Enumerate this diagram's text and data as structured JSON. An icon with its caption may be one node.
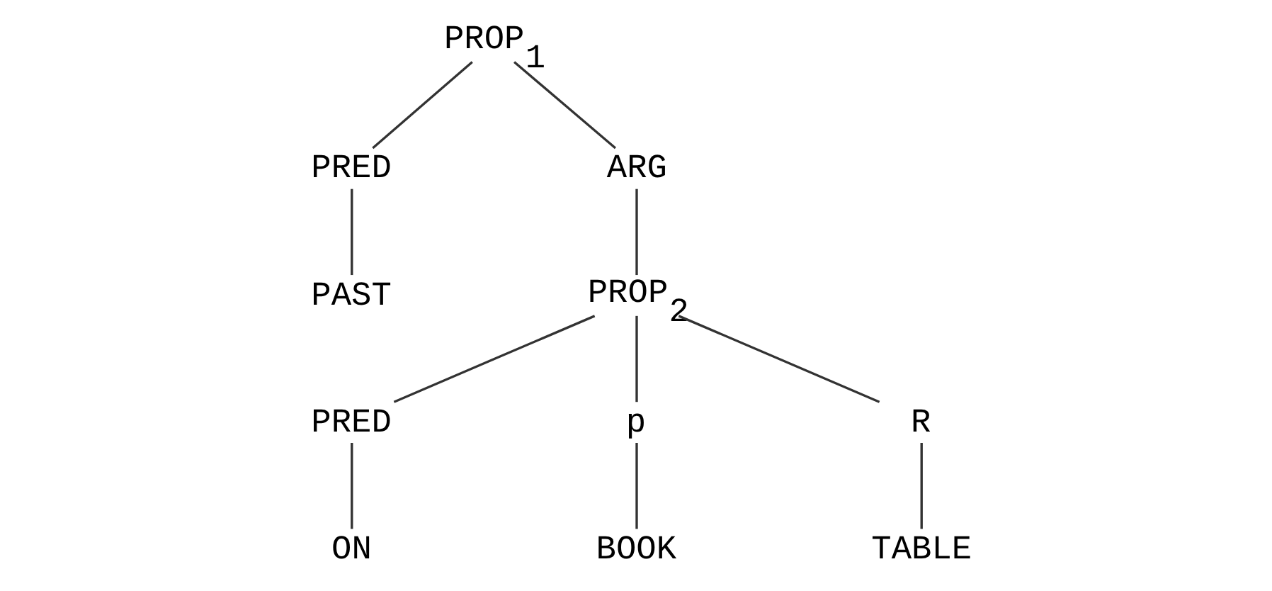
{
  "diagram": {
    "nodes": [
      {
        "text": [
          "PROP$_{1}$"
        ]
      },
      {
        "text": [
          "PRED"
        ]
      },
      {
        "text": [
          "ARG"
        ]
      },
      {
        "text": [
          "PAST"
        ]
      },
      {
        "text": [
          "PROP$_{2}$"
        ]
      },
      {
        "text": [
          "PRED"
        ]
      },
      {
        "text": [
          "p"
        ]
      },
      {
        "text": [
          "R"
        ]
      },
      {
        "text": [
          "ON"
        ]
      },
      {
        "text": [
          "BOOK"
        ]
      },
      {
        "text": [
          "TABLE"
        ]
      }
    ],
    "edges": [
      {
        "from": 0,
        "to": 1,
        "arrow": "none"
      },
      {
        "from": 0,
        "to": 2,
        "arrow": "none"
      },
      {
        "from": 1,
        "to": 3,
        "arrow": "none"
      },
      {
        "from": 2,
        "to": 4,
        "arrow": "none"
      },
      {
        "from": 4,
        "to": 5,
        "arrow": "none"
      },
      {
        "from": 4,
        "to": 6,
        "arrow": "none"
      },
      {
        "from": 4,
        "to": 7,
        "arrow": "none"
      },
      {
        "from": 5,
        "to": 8,
        "arrow": "none"
      },
      {
        "from": 6,
        "to": 9,
        "arrow": "none"
      },
      {
        "from": 7,
        "to": 10,
        "arrow": "none"
      }
    ]
  }
}
